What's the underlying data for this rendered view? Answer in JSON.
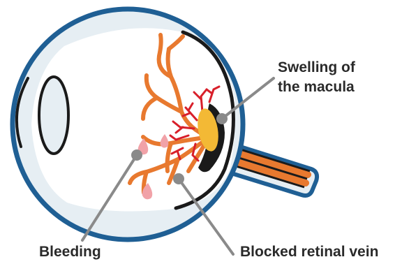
{
  "labels": {
    "macula_line1": "Swelling of",
    "macula_line2": "the macula",
    "bleeding": "Bleeding",
    "blocked_vein": "Blocked retinal vein"
  },
  "colors": {
    "eye_outline": "#1f5f94",
    "eye_fill": "#e6eef3",
    "interior": "#ffffff",
    "retina_line": "#1a1a1a",
    "vessel_orange": "#e8792f",
    "capillary_red": "#d81f2a",
    "macula_yellow": "#f3b935",
    "blood_drop": "#f1a2a8",
    "pointer_gray": "#8a8a8a"
  }
}
